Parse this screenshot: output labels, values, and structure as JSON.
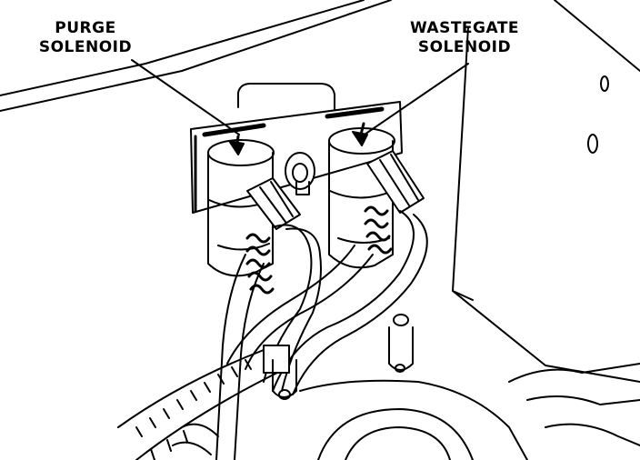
{
  "labels": {
    "purge": {
      "line1": "PURGE",
      "line2": "SOLENOID"
    },
    "wastegate": {
      "line1": "WASTEGATE",
      "line2": "SOLENOID"
    }
  },
  "colors": {
    "ink": "#000000",
    "paper": "#ffffff"
  }
}
